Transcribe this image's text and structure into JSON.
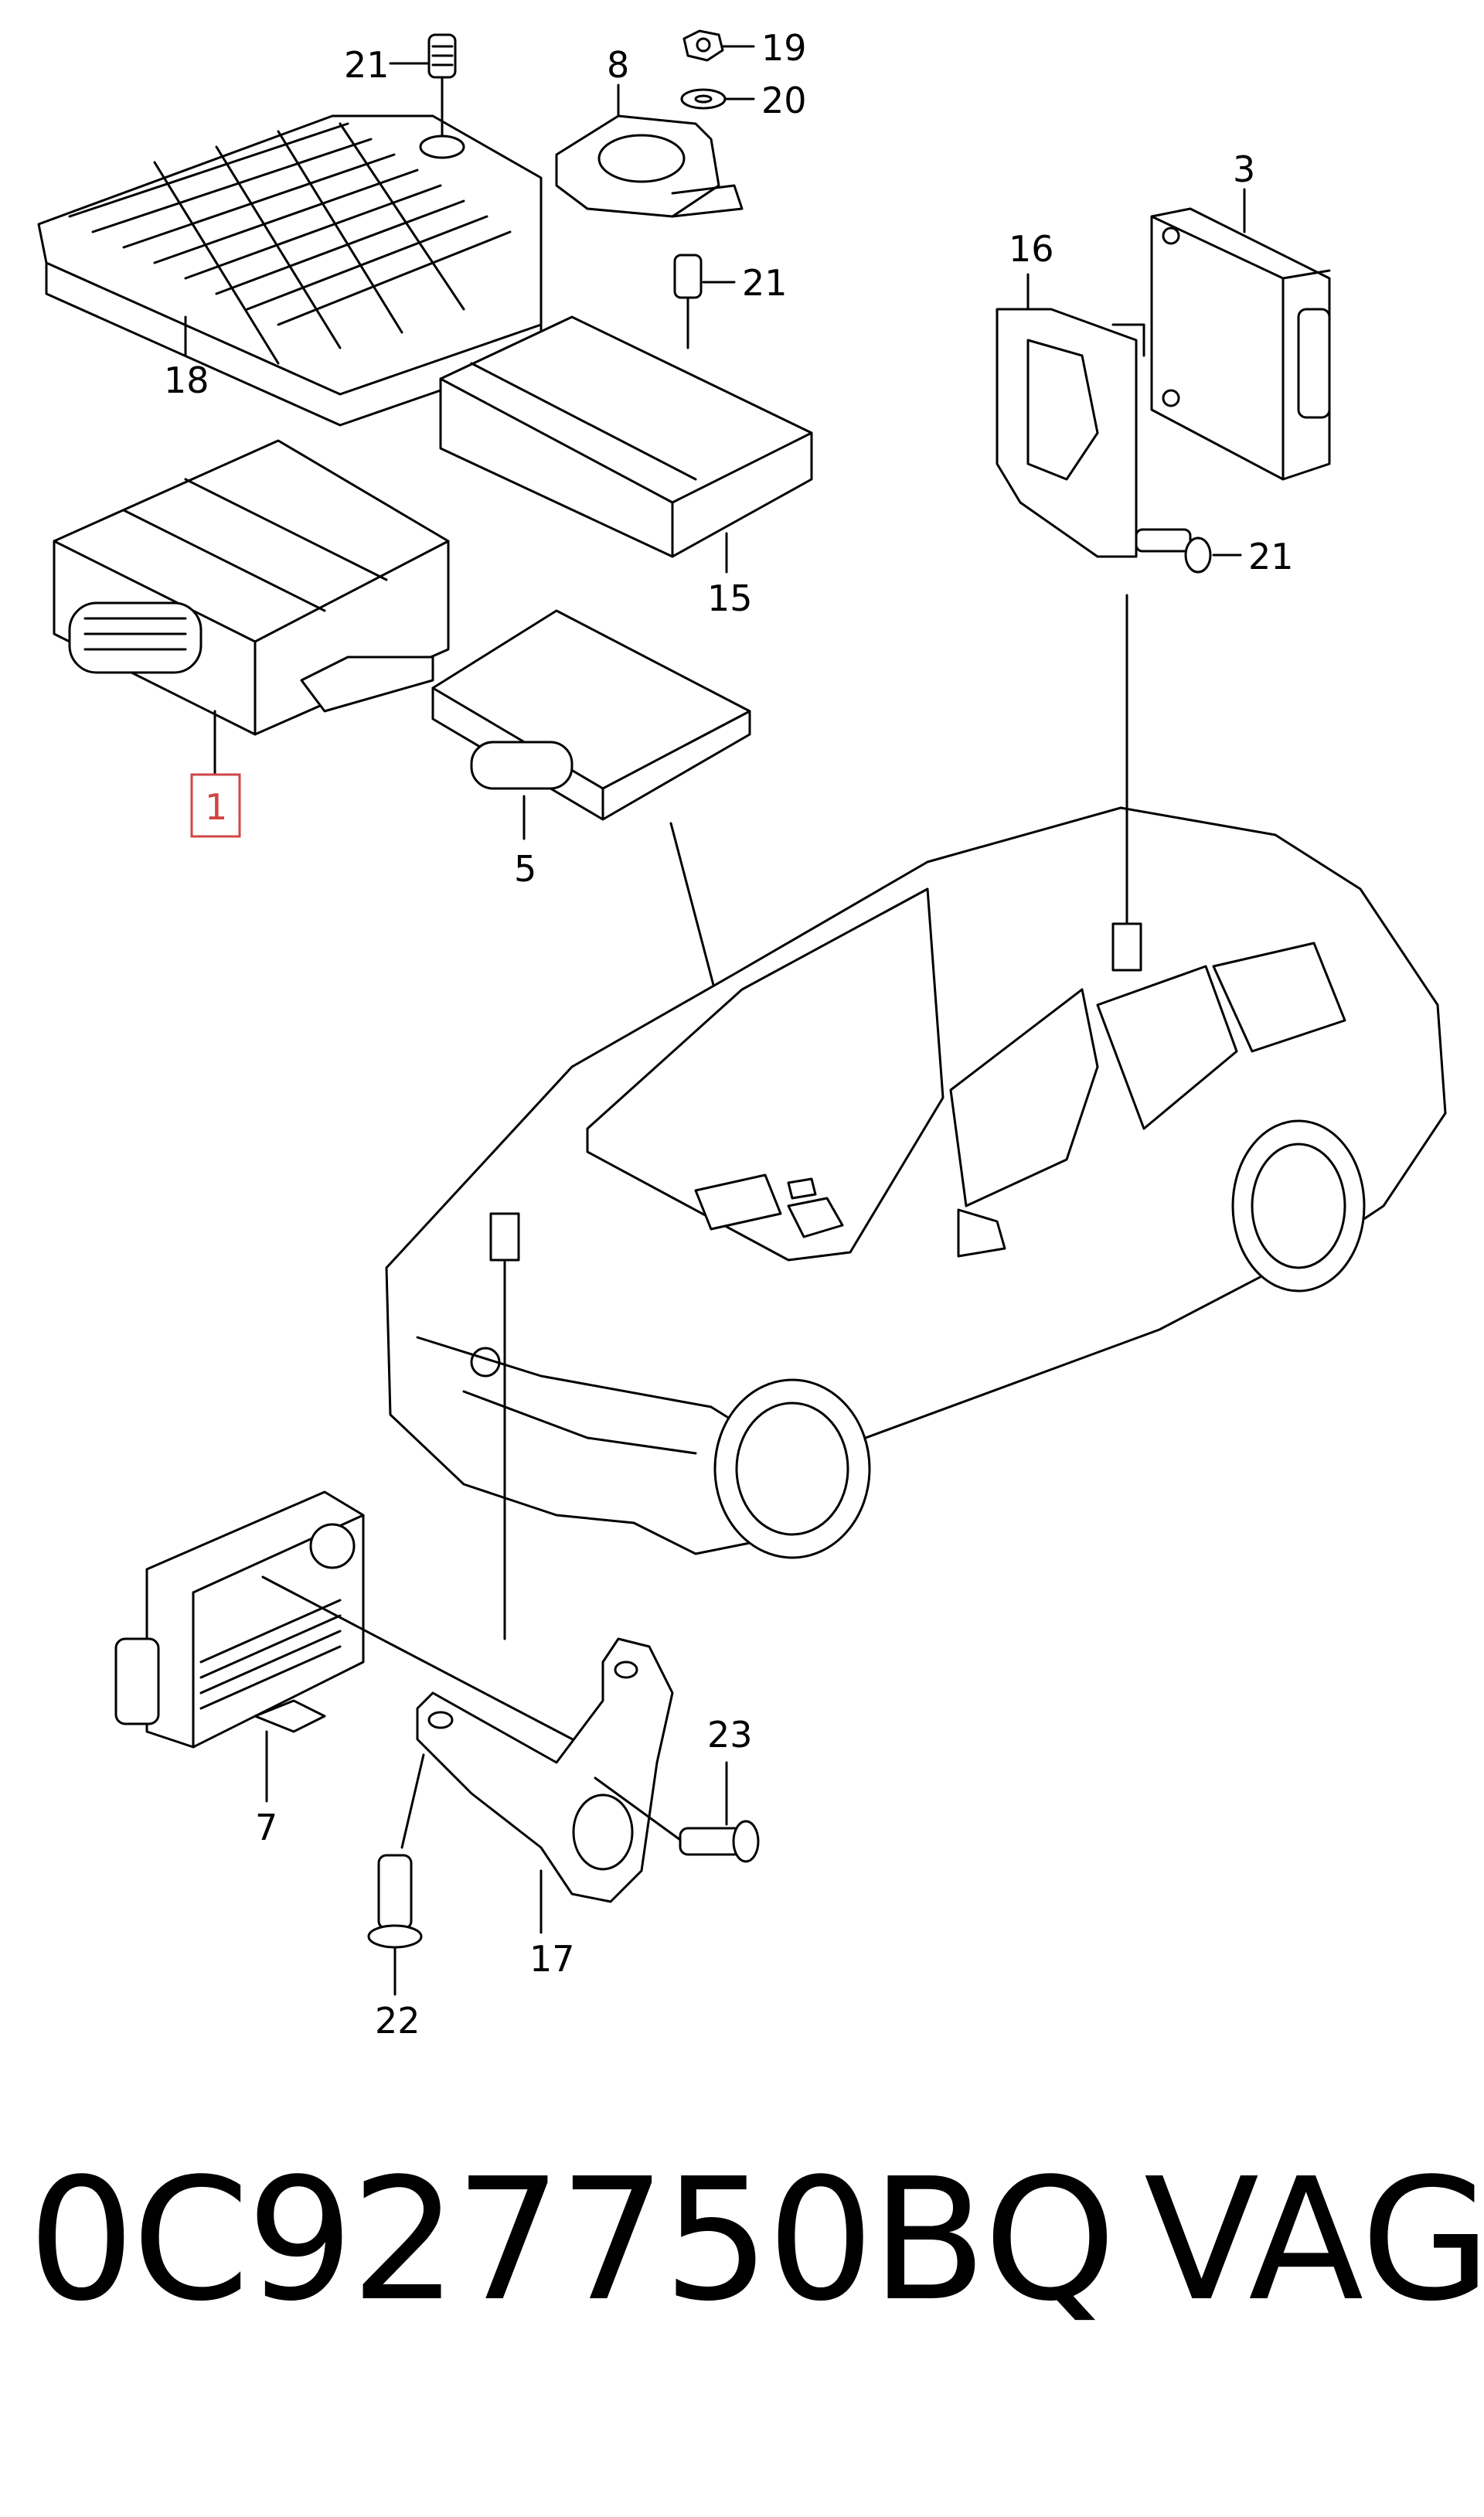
{
  "part_number": "0C927750BQ",
  "brand": "VAG",
  "callouts": {
    "c1": "1",
    "c3": "3",
    "c5": "5",
    "c7": "7",
    "c8": "8",
    "c15": "15",
    "c16": "16",
    "c17": "17",
    "c18": "18",
    "c19": "19",
    "c20": "20",
    "c21a": "21",
    "c21b": "21",
    "c21c": "21",
    "c22": "22",
    "c23": "23"
  },
  "highlight_color": "#d04545"
}
